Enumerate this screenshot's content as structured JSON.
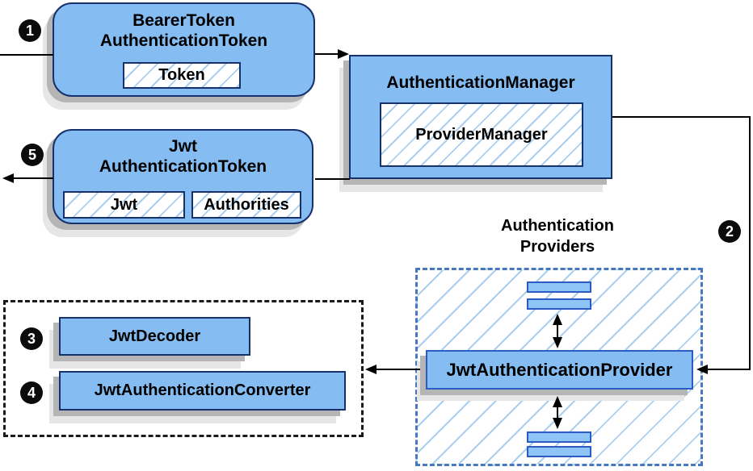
{
  "diagram": {
    "bearer_token": {
      "title_line1": "BearerToken",
      "title_line2": "AuthenticationToken",
      "chip": "Token"
    },
    "auth_manager": {
      "title": "AuthenticationManager",
      "chip": "ProviderManager"
    },
    "jwt_token": {
      "title_line1": "Jwt",
      "title_line2": "AuthenticationToken",
      "chip_jwt": "Jwt",
      "chip_authorities": "Authorities"
    },
    "providers_group": {
      "label_line1": "Authentication",
      "label_line2": "Providers"
    },
    "jwt_provider": {
      "title": "JwtAuthenticationProvider"
    },
    "jwt_decoder": {
      "title": "JwtDecoder"
    },
    "jwt_converter": {
      "title": "JwtAuthenticationConverter"
    }
  },
  "badges": {
    "step1": "1",
    "step2": "2",
    "step3": "3",
    "step4": "4",
    "step5": "5"
  },
  "colors": {
    "canvas_bg": "#ffffff",
    "box_fill": "#85bdf2",
    "box_border": "#16316b",
    "bar_fill": "#8ec4f6",
    "bar_border": "#2b5cc4",
    "hatch": "#abcfef",
    "dashed_blue": "#4678c2",
    "dashed_black": "#1a1a1a",
    "shadow1": "#b5b5b5",
    "shadow2": "#e6e6e6",
    "arrow": "#000000",
    "badge_bg": "#0b0b0b",
    "badge_fg": "#ffffff",
    "text": "#000000"
  }
}
